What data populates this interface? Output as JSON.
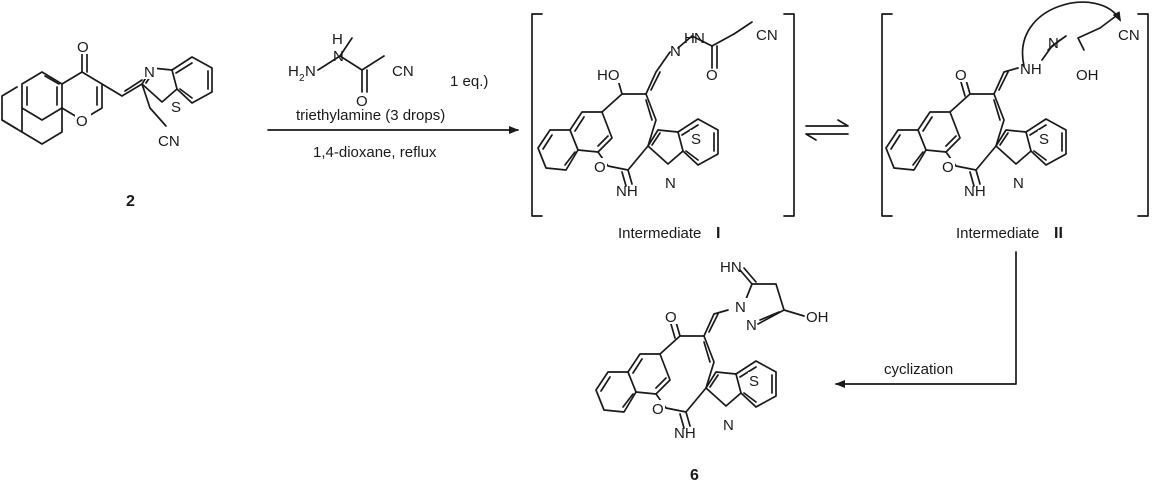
{
  "atoms": {
    "O": "O",
    "S": "S",
    "N": "N",
    "NH": "NH",
    "HO": "HO",
    "OH": "OH",
    "HN": "HN",
    "H": "H",
    "CN": "CN"
  },
  "reagent": {
    "h2n_main": "H",
    "h2n_sub": "2",
    "h2n_n": "N",
    "eq": "1 eq.)"
  },
  "conditions": {
    "line1": "triethylamine (3 drops)",
    "line2": "1,4-dioxane, reflux",
    "cyclization": "cyclization"
  },
  "labels": {
    "compound2": "2",
    "compound6": "6",
    "int1_text": "Intermediate ",
    "int1_num": "I",
    "int2_text": "Intermediate ",
    "int2_num": "II"
  }
}
